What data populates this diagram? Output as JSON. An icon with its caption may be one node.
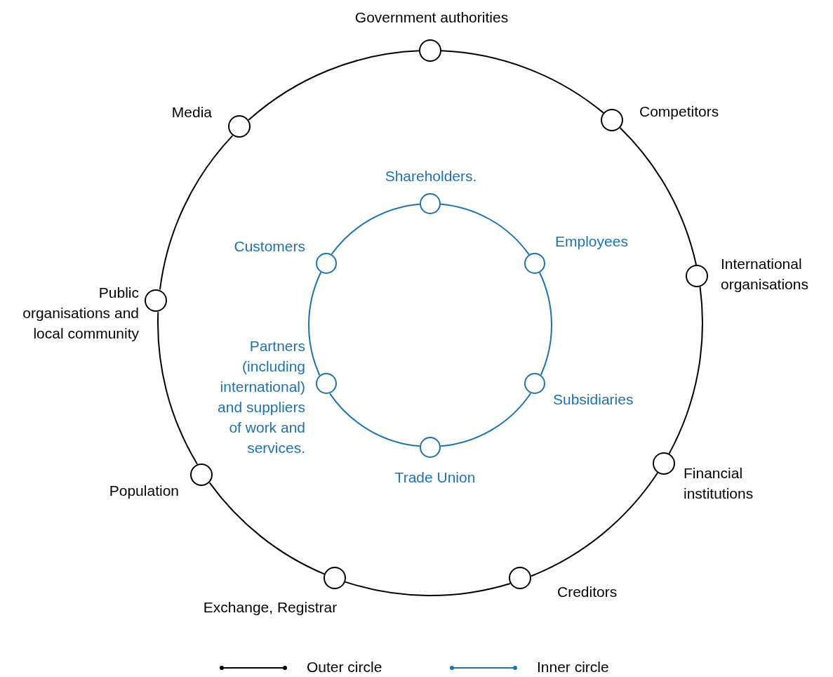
{
  "diagram": {
    "nodes": [
      {
        "text": [
          "Government authorities"
        ]
      },
      {
        "text": [
          "Media"
        ]
      },
      {
        "text": [
          "Competitors"
        ]
      },
      {
        "text": [
          "International organisations"
        ]
      },
      {
        "text": [
          "Public organisations and local community"
        ]
      },
      {
        "text": [
          "Population"
        ]
      },
      {
        "text": [
          "Financial institutions"
        ]
      },
      {
        "text": [
          "Exchange, Registrar"
        ]
      },
      {
        "text": [
          "Creditors"
        ]
      },
      {
        "text": [
          "Shareholders."
        ]
      },
      {
        "text": [
          "Customers"
        ]
      },
      {
        "text": [
          "Employees"
        ]
      },
      {
        "text": [
          "Partners (including international) and suppliers of work and services."
        ]
      },
      {
        "text": [
          "Subsidiaries"
        ]
      },
      {
        "text": [
          "Trade Union"
        ]
      }
    ],
    "edges": [
      {
        "from": 0,
        "to": 2,
        "arrow": "none"
      },
      {
        "from": 2,
        "to": 3,
        "arrow": "none"
      },
      {
        "from": 3,
        "to": 6,
        "arrow": "none"
      },
      {
        "from": 6,
        "to": 8,
        "arrow": "none"
      },
      {
        "from": 8,
        "to": 7,
        "arrow": "none"
      },
      {
        "from": 7,
        "to": 5,
        "arrow": "none"
      },
      {
        "from": 5,
        "to": 4,
        "arrow": "none"
      },
      {
        "from": 4,
        "to": 1,
        "arrow": "none"
      },
      {
        "from": 1,
        "to": 0,
        "arrow": "none"
      },
      {
        "from": 9,
        "to": 11,
        "arrow": "none",
        "color": "#1a73b8"
      },
      {
        "from": 11,
        "to": 13,
        "arrow": "none",
        "color": "#1a73b8"
      },
      {
        "from": 13,
        "to": 14,
        "arrow": "none",
        "color": "#1a73b8"
      },
      {
        "from": 14,
        "to": 12,
        "arrow": "none",
        "color": "#1a73b8"
      },
      {
        "from": 12,
        "to": 10,
        "arrow": "none",
        "color": "#1a73b8"
      },
      {
        "from": 10,
        "to": 9,
        "arrow": "none",
        "color": "#1a73b8"
      }
    ],
    "legend": [
      {
        "text": "Outer circle"
      },
      {
        "text": "Inner circle"
      }
    ]
  }
}
